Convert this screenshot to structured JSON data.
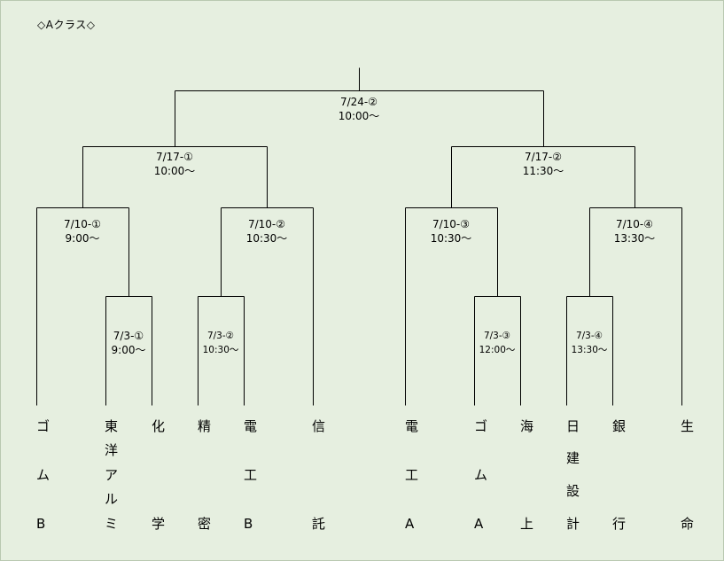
{
  "title": "◇Aクラス◇",
  "matches": {
    "final": {
      "date": "7/24-②",
      "time": "10:00～"
    },
    "semi_l": {
      "date": "7/17-①",
      "time": "10:00～"
    },
    "semi_r": {
      "date": "7/17-②",
      "time": "11:30～"
    },
    "qf1": {
      "date": "7/10-①",
      "time": "9:00～"
    },
    "qf2": {
      "date": "7/10-②",
      "time": "10:30～"
    },
    "qf3": {
      "date": "7/10-③",
      "time": "10:30～"
    },
    "qf4": {
      "date": "7/10-④",
      "time": "13:30～"
    },
    "r1": {
      "date": "7/3-①",
      "time": "9:00～"
    },
    "r2": {
      "date": "7/3-②",
      "time": "10:30～"
    },
    "r3": {
      "date": "7/3-③",
      "time": "12:00～"
    },
    "r4": {
      "date": "7/3-④",
      "time": "13:30～"
    }
  },
  "teams": {
    "t1": [
      "ゴ",
      "ム",
      "B"
    ],
    "t2": [
      "東",
      "洋",
      "ア",
      "ル",
      "ミ"
    ],
    "t3": [
      "化",
      "学"
    ],
    "t4": [
      "精",
      "密"
    ],
    "t5": [
      "電",
      "工",
      "B"
    ],
    "t6": [
      "信",
      "託"
    ],
    "t7": [
      "電",
      "工",
      "A"
    ],
    "t8": [
      "ゴ",
      "ム",
      "A"
    ],
    "t9": [
      "海",
      "上"
    ],
    "t10": [
      "日",
      "建",
      "設",
      "計"
    ],
    "t11": [
      "銀",
      "行"
    ],
    "t12": [
      "生",
      "命"
    ]
  }
}
